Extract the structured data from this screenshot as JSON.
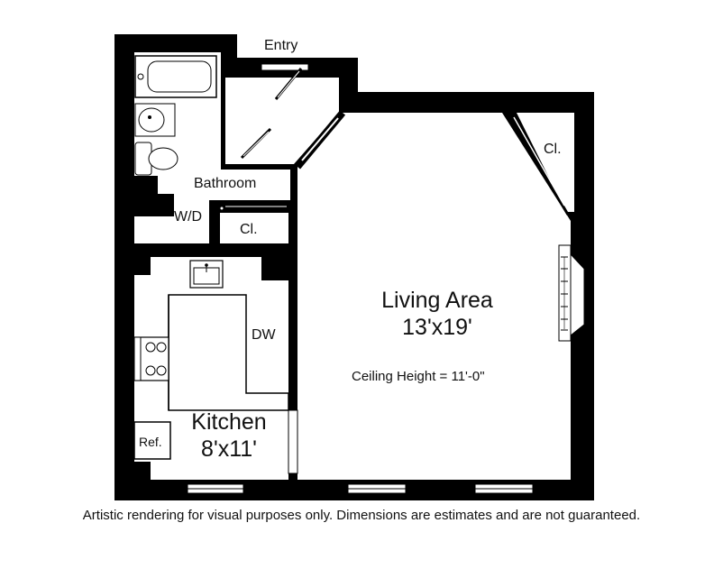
{
  "plan": {
    "entry_label": "Entry",
    "bathroom_label": "Bathroom",
    "washer_dryer_label": "W/D",
    "closet_bath_label": "Cl.",
    "closet_living_label": "Cl.",
    "dishwasher_label": "DW",
    "refrigerator_label": "Ref.",
    "kitchen": {
      "name": "Kitchen",
      "dims": "8'x11'"
    },
    "living": {
      "name": "Living Area",
      "dims": "13'x19'"
    },
    "ceiling_height": "Ceiling Height = 11'-0\""
  },
  "caption": "Artistic rendering for visual purposes only.  Dimensions are estimates and are not guaranteed."
}
